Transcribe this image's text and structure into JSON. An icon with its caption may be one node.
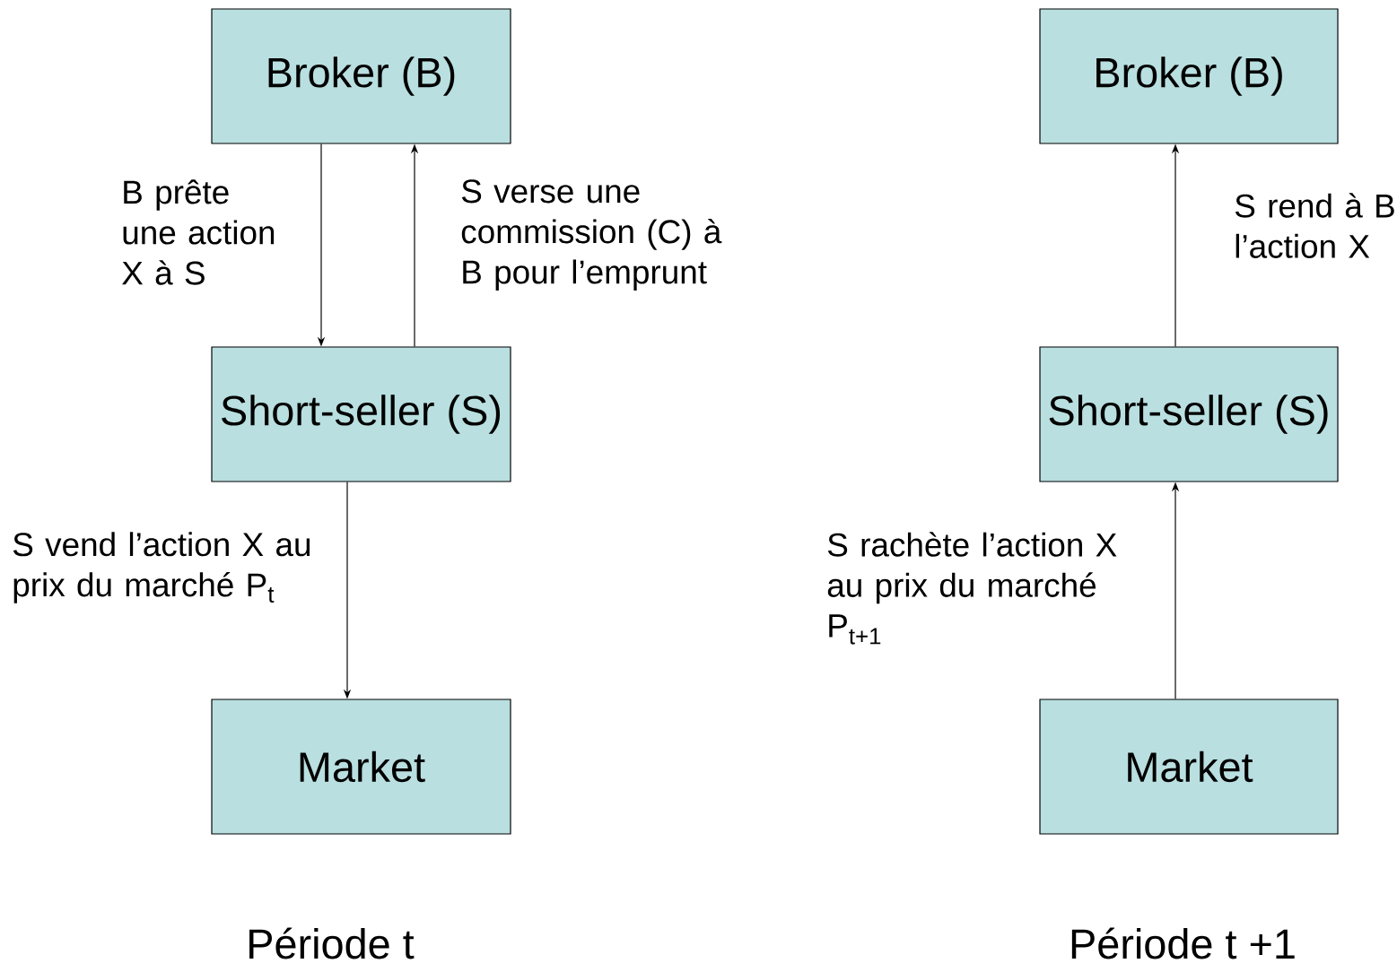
{
  "diagram": {
    "nodes": [
      {
        "text": [
          "Broker (B)"
        ]
      },
      {
        "text": [
          "Short-seller (S)"
        ]
      },
      {
        "text": [
          "Market"
        ]
      },
      {
        "text": [
          "Broker (B)"
        ]
      },
      {
        "text": [
          "Short-seller (S)"
        ]
      },
      {
        "text": [
          "Market"
        ]
      }
    ],
    "edges": [
      {
        "from": 0,
        "to": 1,
        "arrow": "to",
        "label": "B prête une action X à S"
      },
      {
        "from": 1,
        "to": 0,
        "arrow": "to",
        "label": "S verse une commission (C) à B pour l’emprunt"
      },
      {
        "from": 1,
        "to": 2,
        "arrow": "to",
        "label": "S vend l’action X au prix du marché P$_{t}$"
      },
      {
        "from": 4,
        "to": 3,
        "arrow": "to",
        "label": "S rend à B l’action X"
      },
      {
        "from": 5,
        "to": 4,
        "arrow": "to",
        "label": "S rachète l’action X au prix du marché P$_{t+1}$"
      }
    ],
    "labels": [
      "Période t",
      "Période t +1"
    ]
  }
}
